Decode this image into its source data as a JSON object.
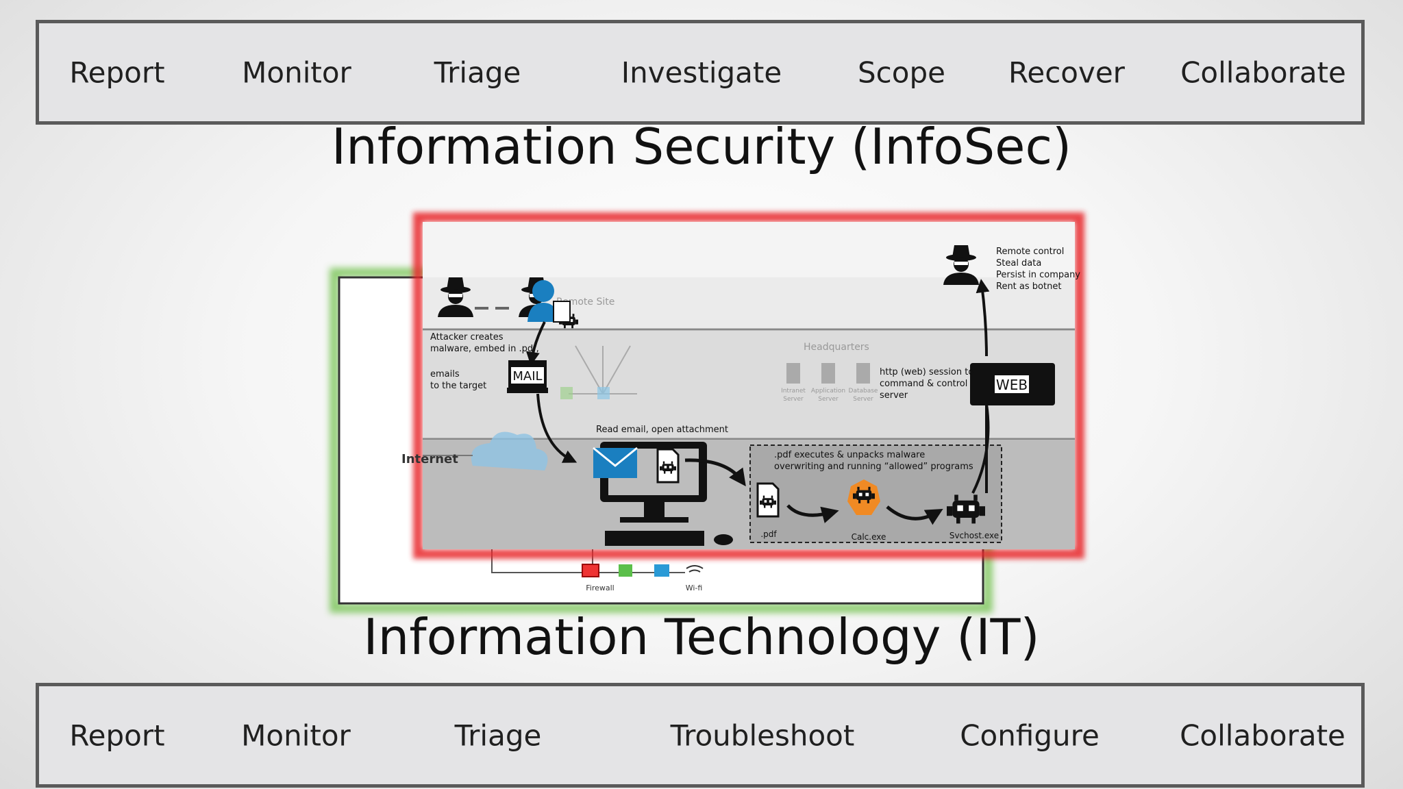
{
  "top_bar": {
    "items": [
      "Report",
      "Monitor",
      "Triage",
      "Investigate",
      "Scope",
      "Recover",
      "Collaborate"
    ]
  },
  "title_infosec": "Information Security (InfoSec)",
  "title_it": "Information Technology (IT)",
  "bottom_bar": {
    "items": [
      "Report",
      "Monitor",
      "Triage",
      "Troubleshoot",
      "Configure",
      "Collaborate"
    ]
  },
  "diagram": {
    "remote_site": "Remote Site",
    "headquarters": "Headquarters",
    "internet": "Internet",
    "attacker_note_1": "Attacker creates",
    "attacker_note_2": "malware, embed in .pdf,",
    "emails_1": "emails",
    "emails_2": "to the target",
    "mail_label": "MAIL",
    "web_label": "WEB",
    "read_email": "Read email, open attachment",
    "pdf_exec_1": ".pdf executes & unpacks malware",
    "pdf_exec_2": "overwriting and running “allowed” programs",
    "pdf_label": ".pdf",
    "calc_label": "Calc.exe",
    "svchost_label": "Svchost.exe",
    "http_1": "http (web) session to",
    "http_2": "command & control",
    "http_3": "server",
    "remote_1": "Remote control",
    "remote_2": "Steal data",
    "remote_3": "Persist in company",
    "remote_4": "Rent as botnet",
    "firewall": "Firewall",
    "wifi": "Wi-fi",
    "intranet_1": "Intranet",
    "intranet_2": "Server",
    "app_1": "Application",
    "app_2": "Server",
    "db_1": "Database",
    "db_2": "Server",
    "remote_site_2": "Remote Site"
  },
  "colors": {
    "infosec_frame": "#e8262a",
    "it_frame": "#6ec04a",
    "bar_fill": "#e4e4e6",
    "bar_border": "#5a5a5a",
    "user_blue": "#1a7fc0",
    "calc_orange": "#f08a24"
  }
}
